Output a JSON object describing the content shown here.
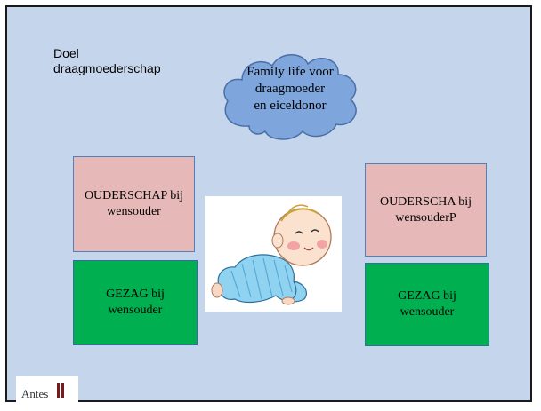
{
  "goal": {
    "text": "Doel\ndraagmoederschap"
  },
  "cloud": {
    "text": "Family life voor\ndraagmoeder\nen eiceldonor",
    "fill": "#7ea6dc",
    "stroke": "#4a6fa8"
  },
  "boxes": {
    "parenthood_left": "OUDERSCHAP bij\nwensouder",
    "parenthood_right": "OUDERSCHA bij\nwensouderP",
    "custody_left": "GEZAG bij\nwensouder",
    "custody_right": "GEZAG bij\nwensouder"
  },
  "colors": {
    "background": "#c5d6ec",
    "pink_box": "#e6b9b8",
    "green_box": "#00b050"
  },
  "baby_image": {
    "icon": "crawling-baby-illustration"
  },
  "logo": {
    "text": "Antes",
    "icon": "antes-logo"
  }
}
